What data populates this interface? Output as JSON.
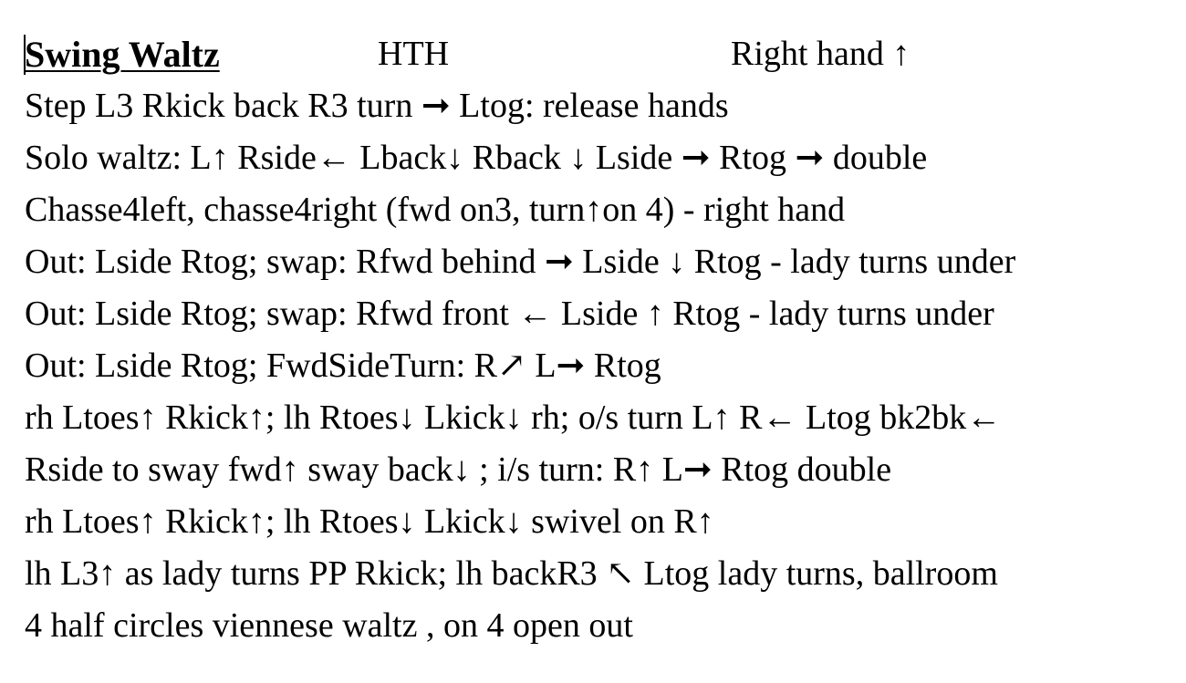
{
  "document": {
    "title": "Swing Waltz",
    "hold": "HTH",
    "hand": "Right hand ↑",
    "lines": [
      "Step L3 Rkick back R3 turn ➞ Ltog: release hands",
      "Solo waltz: L↑ Rside← Lback↓ Rback ↓ Lside ➞ Rtog ➞  double",
      "Chasse4left, chasse4right (fwd on3, turn↑on 4) - right hand",
      "Out: Lside Rtog; swap: Rfwd behind ➞ Lside ↓ Rtog - lady turns under",
      "Out: Lside Rtog; swap: Rfwd front ← Lside ↑ Rtog - lady turns under",
      "Out: Lside Rtog; FwdSideTurn: R↗ L➞ Rtog",
      "rh Ltoes↑ Rkick↑; lh Rtoes↓ Lkick↓ rh; o/s turn L↑ R← Ltog bk2bk←",
      "Rside to sway fwd↑  sway back↓ ; i/s turn: R↑ L➞ Rtog double",
      "rh Ltoes↑ Rkick↑; lh Rtoes↓ Lkick↓ swivel on R↑",
      "lh L3↑ as lady turns PP Rkick; lh backR3 ↖ Ltog lady turns, ballroom",
      "4 half circles viennese waltz , on 4 open out"
    ]
  }
}
